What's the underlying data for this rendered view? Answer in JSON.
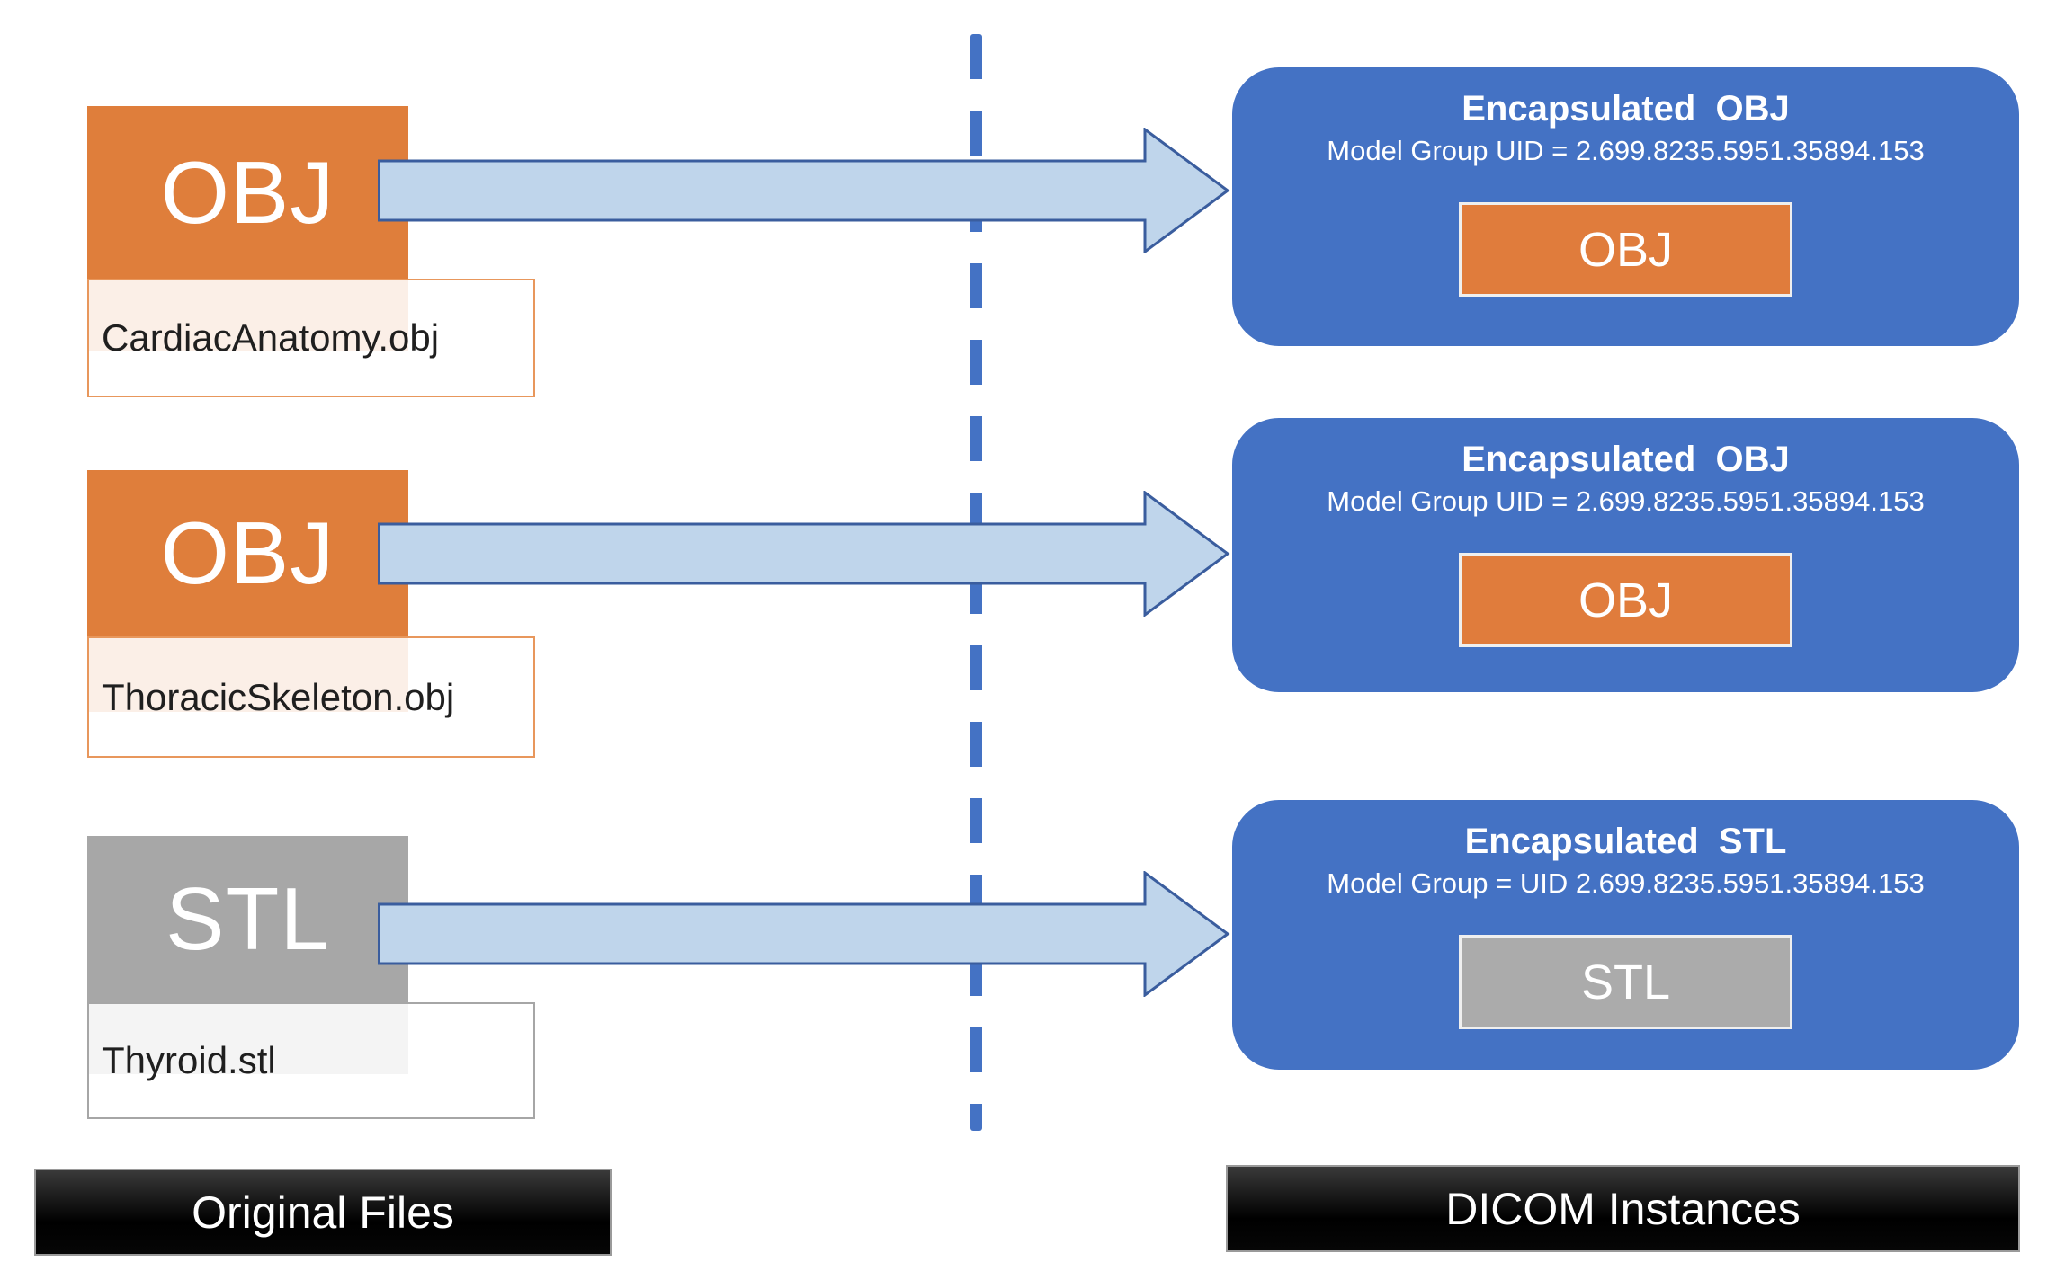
{
  "original_files": {
    "section_label": "Original Files",
    "items": [
      {
        "type": "OBJ",
        "filename": "CardiacAnatomy.obj"
      },
      {
        "type": "OBJ",
        "filename": "ThoracicSkeleton.obj"
      },
      {
        "type": "STL",
        "filename": "Thyroid.stl"
      }
    ]
  },
  "dicom_instances": {
    "section_label": "DICOM Instances",
    "items": [
      {
        "title": "Encapsulated  OBJ",
        "uid_line": "Model Group UID = 2.699.8235.5951.35894.153",
        "badge": "OBJ"
      },
      {
        "title": "Encapsulated  OBJ",
        "uid_line": "Model Group UID = 2.699.8235.5951.35894.153",
        "badge": "OBJ"
      },
      {
        "title": "Encapsulated  STL",
        "uid_line": "Model Group = UID 2.699.8235.5951.35894.153",
        "badge": "STL"
      }
    ]
  },
  "colors": {
    "obj_accent": "#DF7E3B",
    "obj_label_border": "#E8975C",
    "stl_accent": "#A7A7A7",
    "stl_label_border": "#A6A6A6",
    "instance_box_blue": "#4472C4",
    "arrow_fill": "#BFD5EB",
    "arrow_border": "#3A5D9E",
    "divider_blue": "#4472C4",
    "banner_black": "#000000"
  }
}
